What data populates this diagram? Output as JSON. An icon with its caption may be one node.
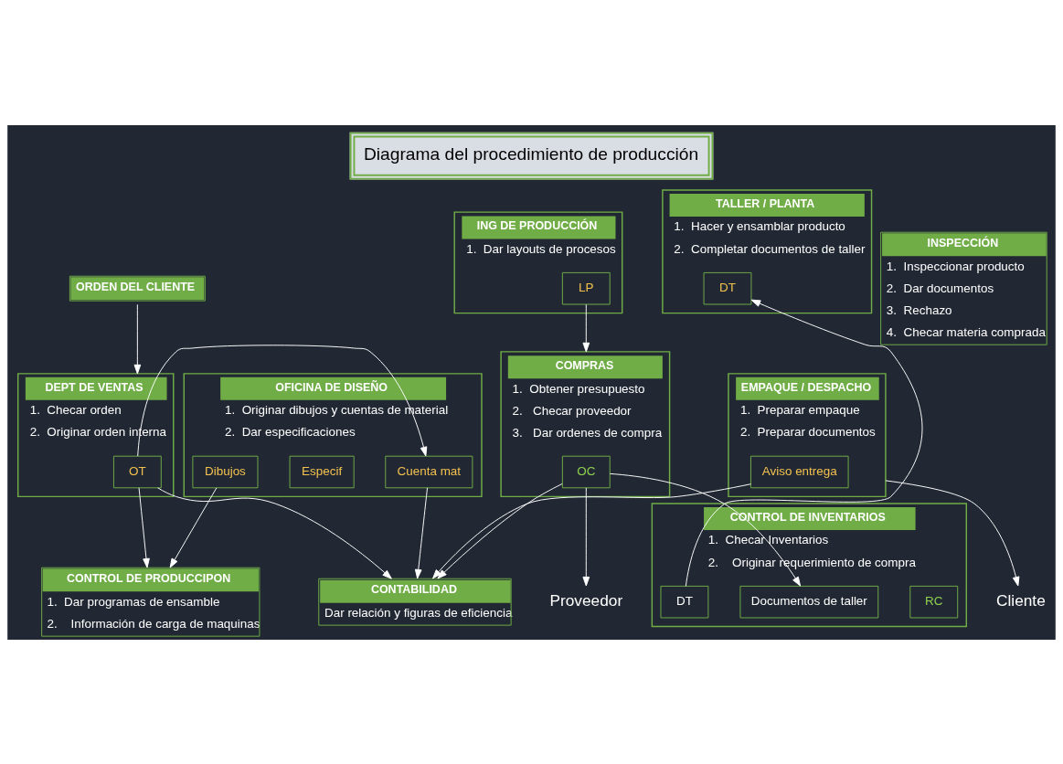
{
  "diagram": {
    "title": "Diagrama del procedimiento de producción",
    "nodes": [
      {
        "text": [
          "CONTROL DE PRODUCCIPON",
          "1.  Dar programas de ensamble",
          "2.    Información de carga de maquinas"
        ]
      },
      {
        "text": [
          "ORDEN DEL CLIENTE"
        ]
      },
      {
        "text": [
          "OFICINA DE DISEÑO",
          "1.  Originar dibujos y cuentas de material",
          "2.  Dar especificaciones"
        ]
      },
      {
        "text": [
          "Cuenta mat"
        ],
        "in": 2
      },
      {
        "text": [
          "Especif"
        ],
        "in": 2
      },
      {
        "text": [
          "Dibujos"
        ],
        "in": 2
      },
      {
        "text": [
          "DEPT DE VENTAS",
          "1.  Checar orden",
          "2.  Originar orden interna"
        ]
      },
      {
        "text": [
          "OT"
        ],
        "in": 6
      },
      {
        "text": [
          "CONTROL DE INVENTARIOS",
          "1.  Checar Inventarios",
          "2.    Originar requerimiento de compra"
        ]
      },
      {
        "text": [
          "RC"
        ],
        "in": 8
      },
      {
        "text": [
          "Documentos de taller"
        ],
        "in": 8
      },
      {
        "text": [
          "DT"
        ],
        "in": 8
      },
      {
        "text": [
          "COMPRAS",
          "1.  Obtener presupuesto",
          "2.   Checar proveedor",
          "3.   Dar ordenes de compra"
        ]
      },
      {
        "text": [
          "OC"
        ],
        "in": 12
      },
      {
        "text": [
          "ING DE PRODUCCIÓN",
          "1.  Dar layouts de procesos"
        ]
      },
      {
        "text": [
          "LP"
        ],
        "in": 14
      },
      {
        "text": [
          "TALLER / PLANTA",
          "1.  Hacer y ensamblar producto",
          "2.  Completar documentos de taller"
        ]
      },
      {
        "text": [
          "DT"
        ],
        "in": 16
      },
      {
        "text": [
          "Proveedor"
        ]
      },
      {
        "text": [
          "EMPAQUE / DESPACHO",
          "1.  Preparar empaque",
          "2.  Preparar documentos"
        ]
      },
      {
        "text": [
          "Aviso entrega"
        ],
        "in": 19
      },
      {
        "text": [
          "CONTABILIDAD",
          "Dar relación y figuras de eficiencia"
        ]
      },
      {
        "text": [
          "INSPECCIÓN",
          "1.  Inspeccionar producto",
          "2.  Dar documentos",
          "3.  Rechazo",
          "4.  Checar materia comprada"
        ]
      },
      {
        "text": [
          "Cliente"
        ]
      }
    ],
    "edges": [
      {
        "from": 1,
        "to": 6,
        "arrow": "to"
      },
      {
        "from": 7,
        "to": 0,
        "arrow": "to"
      },
      {
        "from": 7,
        "to": 3,
        "arrow": "to"
      },
      {
        "from": 5,
        "to": 0,
        "arrow": "to"
      },
      {
        "from": 7,
        "to": 21,
        "arrow": "to"
      },
      {
        "from": 3,
        "to": 21,
        "arrow": "to"
      },
      {
        "from": 15,
        "to": 12,
        "arrow": "to"
      },
      {
        "from": 13,
        "to": 10,
        "arrow": "to"
      },
      {
        "from": 13,
        "to": 18,
        "arrow": "to"
      },
      {
        "from": 13,
        "to": 21,
        "arrow": "to"
      },
      {
        "from": 11,
        "to": 17,
        "arrow": "to"
      },
      {
        "from": 20,
        "to": 21,
        "arrow": "to"
      },
      {
        "from": 19,
        "to": 23,
        "arrow": "to"
      }
    ]
  }
}
